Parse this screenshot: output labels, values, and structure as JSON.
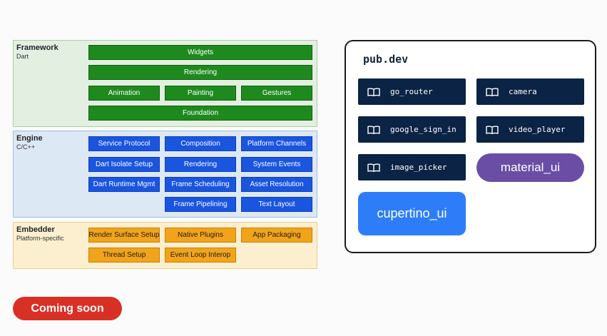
{
  "framework": {
    "title": "Framework",
    "subtitle": "Dart",
    "widgets": "Widgets",
    "rendering": "Rendering",
    "animation": "Animation",
    "painting": "Painting",
    "gestures": "Gestures",
    "foundation": "Foundation"
  },
  "engine": {
    "title": "Engine",
    "subtitle": "C/C++",
    "items": [
      "Service Protocol",
      "Composition",
      "Platform Channels",
      "Dart Isolate Setup",
      "Rendering",
      "System Events",
      "Dart Runtime Mgmt",
      "Frame Scheduling",
      "Asset Resolution",
      "Frame Pipelining",
      "Text Layout"
    ]
  },
  "embedder": {
    "title": "Embedder",
    "subtitle": "Platform-specific",
    "items": [
      "Render Surface Setup",
      "Native Plugins",
      "App Packaging",
      "Thread Setup",
      "Event Loop Interop"
    ]
  },
  "pubdev": {
    "title": "pub.dev",
    "packages": [
      "go_router",
      "camera",
      "google_sign_in",
      "video_player",
      "image_picker"
    ],
    "package_icon": "book-icon",
    "material_ui": "material_ui",
    "cupertino_ui": "cupertino_ui"
  },
  "badge": {
    "label": "Coming soon"
  },
  "colors": {
    "framework": "#1e8a1e",
    "engine": "#1a55e0",
    "embedder": "#f1a31b",
    "package": "#0b2344",
    "material": "#6a4ea6",
    "cupertino": "#2d7df8",
    "coming_soon": "#d93025"
  }
}
